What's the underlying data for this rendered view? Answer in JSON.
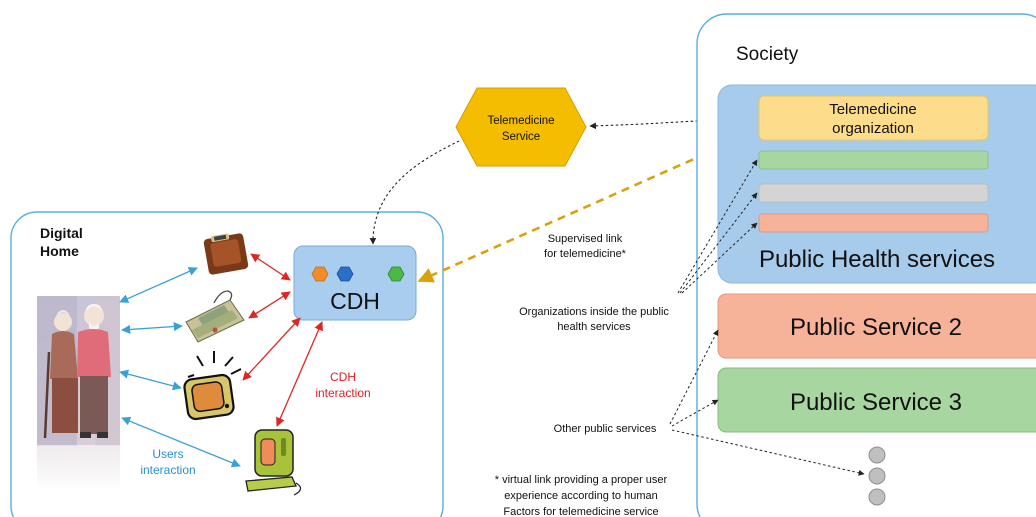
{
  "digital_home": {
    "title_line1": "Digital",
    "title_line2": "Home"
  },
  "cdh": {
    "label": "CDH"
  },
  "cdh_interaction": {
    "line1": "CDH",
    "line2": "interaction"
  },
  "users_interaction": {
    "line1": "Users",
    "line2": "interaction"
  },
  "telemedicine_service": {
    "line1": "Telemedicine",
    "line2": "Service"
  },
  "supervised_link": {
    "line1": "Supervised link",
    "line2": "for telemedicine*"
  },
  "organizations_note": {
    "line1": "Organizations inside the public",
    "line2": "health services"
  },
  "other_public_services": "Other public services",
  "footnote": {
    "line1": "* virtual link providing a proper user",
    "line2": "experience according to human",
    "line3": "Factors for telemedicine service"
  },
  "society": {
    "title": "Society",
    "telemedicine_org": {
      "line1": "Telemedicine",
      "line2": "organization"
    },
    "public_health": "Public Health services",
    "public_service_2": "Public Service 2",
    "public_service_3": "Public Service 3"
  },
  "colors": {
    "frame_stroke": "#5aaee0",
    "cdh_fill": "#a8cdee",
    "telemedicine_hex": "#f5bd00",
    "public_health_fill": "#a6cbeb",
    "telemedicine_org_fill": "#fddc8c",
    "public_service_2_fill": "#f7b39a",
    "public_service_3_fill": "#a8d6a0",
    "red_link": "#e02525",
    "blue_link": "#3aa0d6",
    "gold_link": "#d9a010",
    "cdh_interaction_text": "#e02020",
    "users_interaction_text": "#2a8fcf"
  },
  "icons": [
    "scale-icon",
    "pda-icon",
    "tv-icon",
    "computer-icon",
    "elderly-couple-photo",
    "hexagon-icon",
    "ellipsis-circles-icon"
  ]
}
